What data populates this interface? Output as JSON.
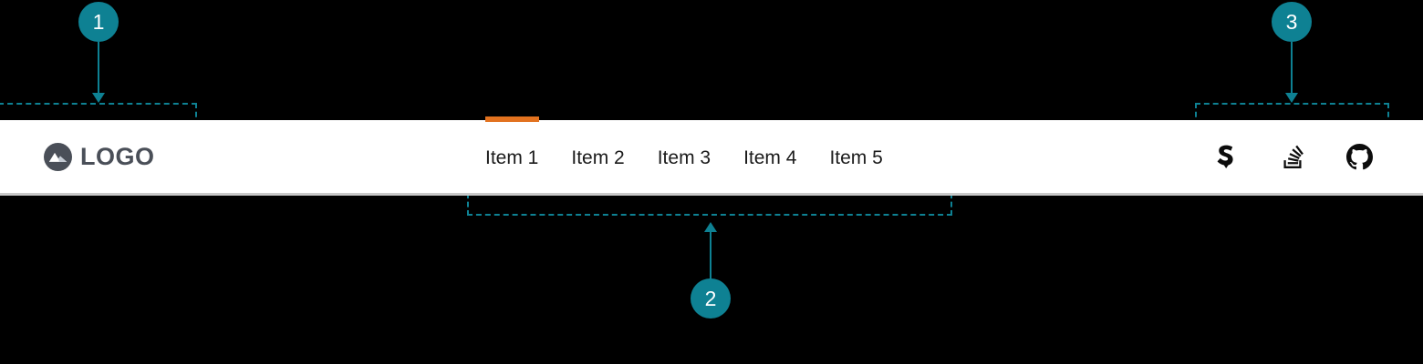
{
  "theme": {
    "annotation_color": "#0e8193",
    "header_background": "#ffffff",
    "page_background": "#000000",
    "active_indicator_color": "#e2721f",
    "brand_text_color": "#4a4f58",
    "nav_text_color": "#1b1b1b",
    "header_border_color": "#c9c9c9"
  },
  "header": {
    "brand": {
      "icon": "mountain-circle-logo-icon",
      "label": "LOGO"
    },
    "nav": {
      "items": [
        {
          "label": "Item 1",
          "active": true
        },
        {
          "label": "Item 2",
          "active": false
        },
        {
          "label": "Item 3",
          "active": false
        },
        {
          "label": "Item 4",
          "active": false
        },
        {
          "label": "Item 5",
          "active": false
        }
      ]
    },
    "social": {
      "items": [
        {
          "icon": "superuser-s-icon",
          "label": "Superuser"
        },
        {
          "icon": "stack-overflow-icon",
          "label": "Stack Overflow"
        },
        {
          "icon": "github-icon",
          "label": "GitHub"
        }
      ]
    }
  },
  "annotations": {
    "markers": [
      {
        "number": "1",
        "target": "brand-area",
        "direction": "down"
      },
      {
        "number": "2",
        "target": "primary-nav-area",
        "direction": "up"
      },
      {
        "number": "3",
        "target": "social-links-area",
        "direction": "down"
      }
    ]
  }
}
